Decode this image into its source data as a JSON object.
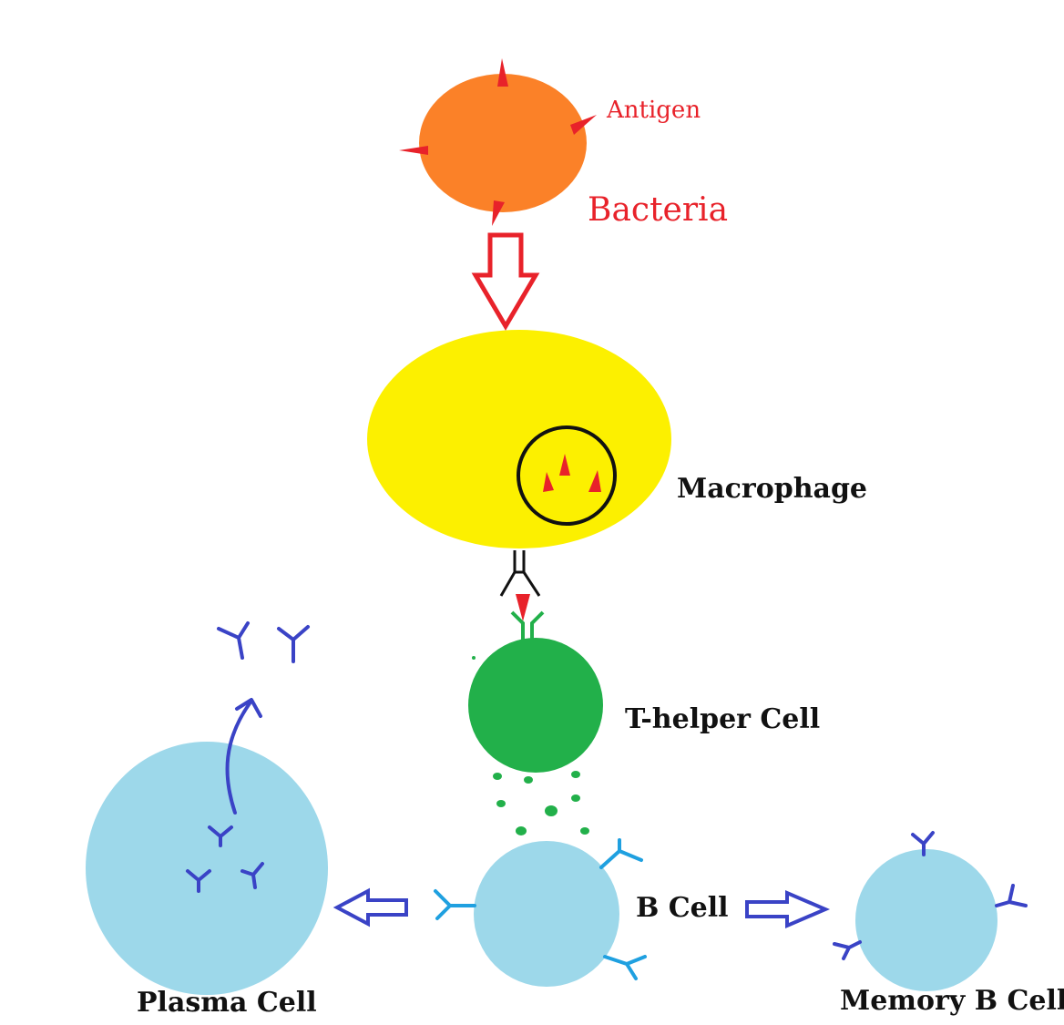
{
  "labels": {
    "antigen": "Antigen",
    "bacteria": "Bacteria",
    "macrophage": "Macrophage",
    "t_helper": "T-helper Cell",
    "b_cell": "B Cell",
    "plasma_cell": "Plasma Cell",
    "memory_b_cell": "Memory B Cell"
  },
  "colors": {
    "bacteria": "#fb8128",
    "antigen": "#e8222a",
    "macrophage": "#fcf000",
    "t_helper": "#22b04a",
    "b_cell": "#9dd8ea",
    "antibody_dark": "#3a43c6",
    "antibody_light": "#1fa0e0",
    "arrow_red": "#e8222a",
    "arrow_blue": "#3a43c6"
  }
}
